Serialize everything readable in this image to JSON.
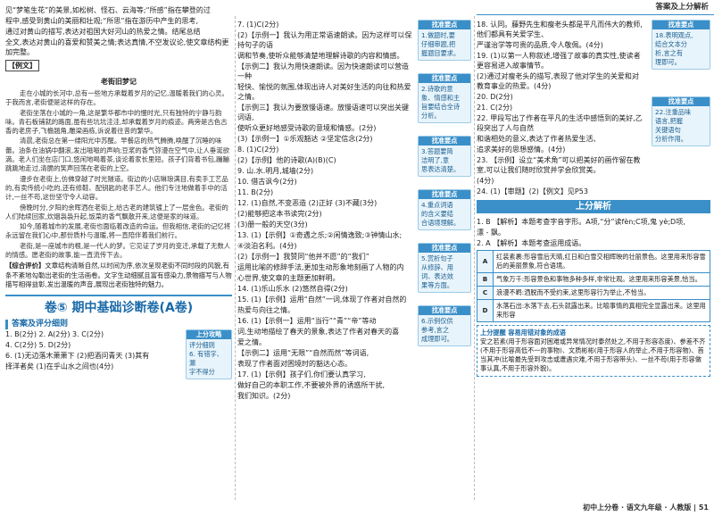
{
  "header": {
    "top_right": "答案及上分解析",
    "footer": "初中上分卷 · 语文九年级 · 人教版 | 51"
  },
  "col1": {
    "intro_lines": [
      "见“梦笔生花”的美景,如松树、怪石、云海等;“所感”指在攀登的过",
      "程中,感受到黄山的美丽和壮观;“所思”指在游历中产生的思考,",
      "通过对黄山的描写,表达对祖国大好河山的热爱之情。结尾总结",
      "全文,表达对黄山的喜爱和赞美之情;表达真情,不空发议论,使文章结构更加完整。"
    ],
    "example_tag": "【例文】",
    "essay_title": "老街旧梦记",
    "essay": [
      "走在小城的长河中,总有一些地方承载着岁月的记忆,温暖着我们的心灵。于我而言,老街便是这样的存在。",
      "老街坐落在小城的一角,这是繁华都市中的慢时光,只有独特的宁静与韵味。青石板铺就的路面,虽有些坑坑洼洼,却承载着岁月的痕迹。两旁是古色古香的老房子,飞檐翘角,雕梁画栋,诉说着往昔的繁华。",
      "清晨,老街总在第一缕阳光中苏醒。早餐店的热气腾腾,唤醒了沉睡的味蕾。油条在油锅中翻滚,发出嗞嗞的声响;豆浆的香气弥漫在空气中,让人垂涎欲滴。老人们坐在店门口,悠闲地喝着茶,谈论着家长里短。孩子们背着书包,蹦蹦跳跳地走过,清脆的笑声回荡在老街的上空。",
      "漫步在老街上,仿佛穿越了时光隧道。街边的小店琳琅满目,有卖手工艺品的,有卖传统小吃的,还有修鞋、配钥匙的老手艺人。他们专注地做着手中的活计,一丝不苟,这份坚守令人动容。",
      "傍晚时分,夕阳的余晖洒在老街上,给古老的建筑镀上了一层金色。老街的人们陆续回家,炊烟袅袅升起,饭菜的香气飘散开来,这便是家的味道。",
      "如今,随着城市的发展,老街也面临着改造的命运。但我相信,老街的记忆将永远留在我们心中,那份质朴与温暖,将一直陪伴着我们前行。",
      "老街,是一座城市的根,是一代人的梦。它见证了岁月的变迁,承载了无数人的情感。愿老街的故事,能一直流传下去。"
    ],
    "comment_tag": "【综合评价】",
    "comment": "文章结构清晰自然,以时间为序,依次呈现老街不同时段的风貌,有条不紊地勾勒出老街的生活画卷。文字生动细腻且富有感染力,景物描写与人物描写相得益彰,发出温暖的声音,展现出老街独特的魅力。",
    "section_title": "卷⑤ 期中基础诊断卷(A卷)",
    "answer_head": "答案及评分细则",
    "answers": [
      "1. B(2分)   2. A(2分)   3. C(2分)",
      "4. C(2分)   5. D(2分)",
      "6. (1)无边落木萧萧下  (2)把酒问青天  (3)其有",
      "    择洋者矣  (1)在乎山水之间也(4分)"
    ],
    "side": {
      "head": "上分攻略",
      "sub": "评分细则",
      "lines": [
        "6. 有错字、漏",
        "字不得分"
      ]
    }
  },
  "col2": {
    "lines": [
      "7. (1)C(2分)",
      "(2)【示例一】我认为用正常语速朗读。因为这样可以保持句子的语",
      "调和节奏,使听众能够清楚地理解诗歌的内容和情感。",
      "【示例二】我认为用快速朗读。因为快速朗读可以营造一种",
      "轻快、愉悦的氛围,体现出诗人对美好生活的向往和热爱之情。",
      "【示例三】我认为要放慢语速。放慢语速可以突出关键词语,",
      "使听众更好地感受诗歌的意境和情感。(2分)",
      "(3)【示例一】①乐观豁达 ②坚定信念(2分)",
      "8. (1)C(2分)",
      "(2)【示例】他的诗歌(A)(B)(C)",
      "9. 山.水.明月,城墙(2分)",
      "10. 借古讽今(2分)",
      "11. B(2分)",
      "12. (1)自然,不变恶造 (2)正好 (3)不藏(3分)",
      "(2)能够把这本书读完(2分)",
      "(3)册一般的天空(3分)",
      "13. (1)【示例】①奇遇之乐;②闲情逸致;③钟情山水;",
      "④淡泊名利。(4分)",
      "(2)【示例一】我赞同“他并不愿”的“我们”",
      "运用比喻的修辞手法,更加生动形象地刻画了人物的内",
      "心世界,使文章的主题更加鲜明。",
      "14. (1)乐山乐水 (2)悠然自得(2分)",
      "15. (1)【示例】运用“自然”一词,体现了作者对自然的",
      "热爱与向往之情。",
      "16. (1)【示例一】运用“当行”“青”“帝”等动",
      "词,生动地描绘了春天的景象,表达了作者对春天的喜",
      "爱之情。",
      "【示例二】运用“无限”“自然而然”等词语,",
      "表现了作者面对困境时的豁达心态。",
      "17. (1)【示例】孩子们,你们要认真学习,",
      "做好自己的本职工作,不要被外界的诱惑所干扰,",
      "我们知识。(2分)"
    ],
    "sideboxes": [
      {
        "head": "找准要点",
        "lines": [
          "1.做题时,要",
          "仔细审题,把",
          "握题目要求。"
        ]
      },
      {
        "head": "找准要点",
        "lines": [
          "2.诗歌的意",
          "象、情感和主",
          "旨要结合全诗",
          "分析。"
        ]
      },
      {
        "head": "找准要点",
        "lines": [
          "3.答题要简",
          "洁明了,意",
          "思表达清楚。"
        ]
      },
      {
        "head": "找准要点",
        "lines": [
          "4.重点词语",
          "的含义要结",
          "合语境理解。"
        ]
      },
      {
        "head": "找准要点",
        "lines": [
          "5.赏析句子",
          "从修辞、用",
          "词、表达效",
          "果等方面。"
        ]
      },
      {
        "head": "找准要点",
        "lines": [
          "6.示例仅供",
          "参考,言之",
          "成理即可。"
        ]
      }
    ]
  },
  "col3": {
    "lines": [
      "18. 认同。藤野先生和瘦老头都是平凡而伟大的教师,他们都具有关爱学生、",
      "严谨治学等可贵的品质,令人敬佩。(4分)",
      "19. (1)以第一人称叙述,增强了故事的真实性,使读者更容易进入故事情节。",
      "(2)通过对瘦老头的描写,表现了他对学生的关爱和对教育事业的热爱。(4分)",
      "20. D(2分)",
      "21. C(2分)",
      "22. 甲段写出了作者在平凡的生活中感悟到的美好,乙段突出了人与自然",
      "和谐相处的意义,表达了作者热爱生活、",
      "追求美好的思想感情。(4分)",
      "23. 【示例】设立“美术角”可以把美好的画作留在教室,可以让我们随时欣赏并学会欣赏美。",
      "(4分)",
      "24. (1)【审题】(2)【例文】见P53"
    ],
    "sideboxes": [
      {
        "head": "找准要点",
        "lines": [
          "18.表明观点,",
          "结合文本分",
          "析,言之有",
          "理即可。"
        ]
      },
      {
        "head": "找准要点",
        "lines": [
          "22.注重品味",
          "语言,把握",
          "关键语句",
          "分析作用。"
        ]
      }
    ],
    "analysis_head": "上分解析",
    "analysis": [
      "1. B 【解析】本题考查字音字形。A项,“分”读fèn;C项,鬼 yè;D项,",
      "漂 - 飘。",
      "2. A 【解析】本题考查运用成语。"
    ],
    "table": [
      {
        "k": "A",
        "v": "红装素裹:形容雪后天晴,红日和白雪交相辉映的壮丽景色。这里用来形容雪后的美丽景象,符合语境。"
      },
      {
        "k": "B",
        "v": "气象万千:形容景色和事物多种多样,非常壮观。这里用来形容美景,恰当。"
      },
      {
        "k": "C",
        "v": "浪漫不羁:洒脱而不受约束,这里形容行为举止,不恰当。"
      },
      {
        "k": "D",
        "v": "水落石出:水落下去,石头就露出来。比喻事情的真相完全显露出来。这里用来形容"
      }
    ],
    "tip_head": "上分提醒  容易用错对象的成语",
    "tip": "安之若素(用于形容面对困难或异常情况时泰然处之,不用于形容态度)、参差不齐(不用于形容高低不一的事物)、文质彬彬(用于形容人的举止,不用于形容物)、首当其冲(比喻最先受到攻击或遭遇灾难,不用于形容带头)、一丝不苟(用于形容做事认真,不用于形容外貌)。"
  }
}
